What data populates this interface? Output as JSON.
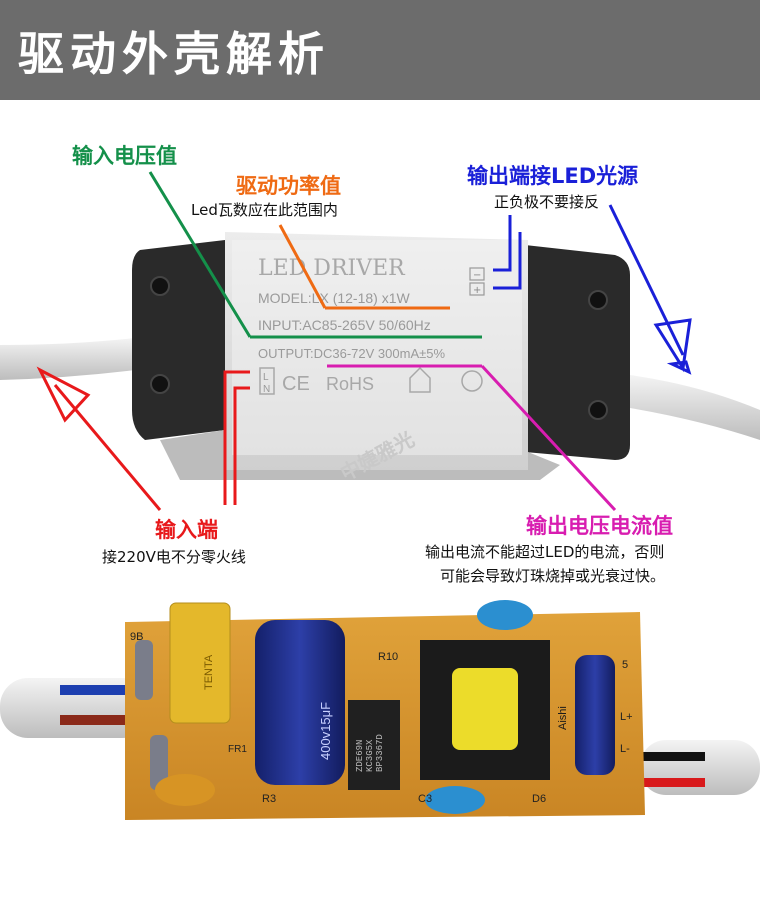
{
  "header": {
    "title": "驱动外壳解析"
  },
  "annotations": {
    "input_voltage": {
      "title": "输入电压值",
      "color": "#14904a"
    },
    "driver_power": {
      "title": "驱动功率值",
      "sub": "Led瓦数应在此范围内",
      "color": "#ef6a13"
    },
    "led_output": {
      "title": "输出端接LED光源",
      "sub": "正负极不要接反",
      "color": "#1a20d8"
    },
    "input_terminal": {
      "title": "输入端",
      "sub": "接220V电不分零火线",
      "color": "#e8191b"
    },
    "output_current": {
      "title": "输出电压电流值",
      "sub1": "输出电流不能超过LED的电流，否则",
      "sub2": "可能会导致灯珠烧掉或光衰过快。",
      "color": "#d81db0"
    }
  },
  "driver_box": {
    "brand": "LED DRIVER",
    "model": "MODEL:LX (12-18) x1W",
    "input": "INPUT:AC85-265V 50/60Hz",
    "output": "OUTPUT:DC36-72V 300mA±5%",
    "rohs": "RoHS",
    "ce": "CE",
    "terminal_labels": [
      "L",
      "N"
    ],
    "polarity": [
      "−",
      "+"
    ],
    "watermark": "中婕雅光"
  },
  "pcb": {
    "fuse_text": "TENTA",
    "capacitor_text": "400v15μF",
    "ic_text": "BP3367D",
    "ic_text2": "KC3G5X",
    "ic_text3": "ZDE69N",
    "small_cap_text": "Aishi",
    "silk_labels": [
      "R10",
      "R3",
      "C3",
      "D6",
      "FR1",
      "L+",
      "L-",
      "9B",
      "5"
    ]
  },
  "colors": {
    "header_bg": "#6c6c6c",
    "green": "#14904a",
    "orange": "#ef6a13",
    "blue": "#1a20d8",
    "red": "#e8191b",
    "magenta": "#d81db0"
  }
}
